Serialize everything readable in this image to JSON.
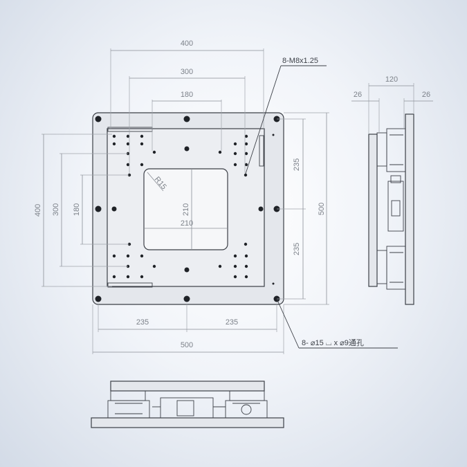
{
  "top_view": {
    "dimensions": {
      "width_400": "400",
      "width_300": "300",
      "width_180": "180",
      "height_400": "400",
      "height_300": "300",
      "height_180": "180",
      "upper_235": "235",
      "lower_235": "235",
      "overall_500_right": "500",
      "window_210_height": "210",
      "window_210_width": "210",
      "bottom_235_left": "235",
      "bottom_235_right": "235",
      "overall_500_bottom": "500",
      "corner_radius": "R15"
    },
    "callouts": {
      "thread_note": "8-M8x1.25",
      "hole_note": "8- ⌀15 ⌴ x ⌀9通孔"
    }
  },
  "side_view": {
    "dimensions": {
      "width_120": "120",
      "left_26": "26",
      "right_26": "26"
    }
  },
  "colors": {
    "background_center": "#ffffff",
    "background_edge": "#d3dbe7",
    "dimension_line": "#8a8e96",
    "part_outline": "#3b3f46",
    "part_fill": "#e6e9ee"
  }
}
